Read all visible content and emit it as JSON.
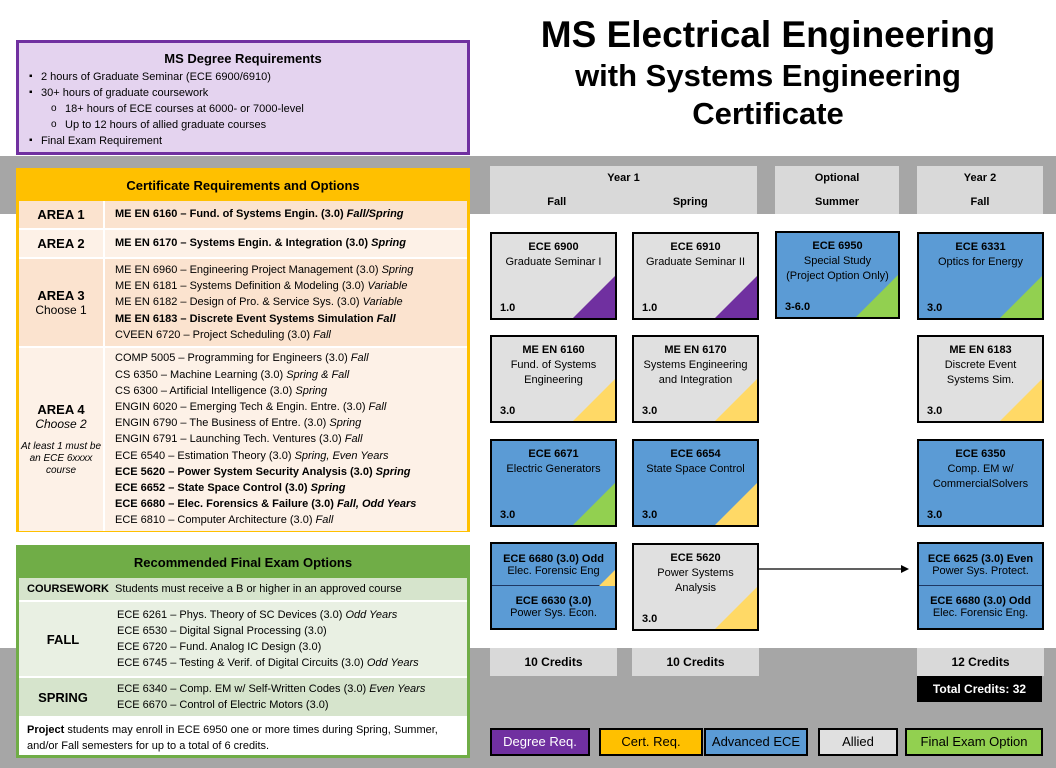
{
  "title": {
    "line1": "MS Electrical Engineering",
    "line2": "with Systems Engineering",
    "line3": "Certificate"
  },
  "degree": {
    "heading": "MS Degree Requirements",
    "items": [
      "2 hours of Graduate Seminar (ECE 6900/6910)",
      "30+ hours of graduate coursework",
      "18+ hours of ECE courses at 6000- or 7000-level",
      "Up to 12 hours of allied graduate courses",
      "Final Exam Requirement"
    ]
  },
  "cert": {
    "heading": "Certificate Requirements and Options",
    "area1": {
      "name": "AREA 1",
      "c1_b": "ME EN 6160 – Fund. of Systems Engin. (3.0) ",
      "c1_i": "Fall/Spring"
    },
    "area2": {
      "name": "AREA 2",
      "c1_b": "ME EN 6170 – Systems Engin. & Integration (3.0) ",
      "c1_i": "Spring"
    },
    "area3": {
      "name": "AREA 3",
      "choose": "Choose  1",
      "courses": [
        {
          "t": "ME EN 6960 – Engineering Project Management (3.0) ",
          "s": "Spring"
        },
        {
          "t": "ME EN 6181 – Systems Definition & Modeling (3.0) ",
          "s": "Variable"
        },
        {
          "t": "ME EN 6182 – Design of Pro. & Service Sys. (3.0) ",
          "s": "Variable"
        },
        {
          "t": "ME EN 6183 – Discrete Event Systems Simulation  ",
          "s": "Fall"
        },
        {
          "t": "CVEEN  6720 – Project Scheduling (3.0) ",
          "s": "Fall"
        }
      ]
    },
    "area4": {
      "name": "AREA 4",
      "choose": "Choose  2",
      "note": "At least 1 must be an ECE 6xxxx course",
      "courses": [
        {
          "t": "COMP 5005 – Programming for Engineers (3.0) ",
          "s": "Fall"
        },
        {
          "t": "CS 6350 – Machine Learning (3.0) ",
          "s": "Spring & Fall"
        },
        {
          "t": "CS 6300 – Artificial Intelligence (3.0) ",
          "s": "Spring"
        },
        {
          "t": "ENGIN 6020 – Emerging Tech & Engin. Entre. (3.0) ",
          "s": "Fall"
        },
        {
          "t": "ENGIN 6790 – The  Business of Entre. (3.0) ",
          "s": "Spring"
        },
        {
          "t": "ENGIN 6791 – Launching Tech.  Ventures (3.0) ",
          "s": "Fall"
        },
        {
          "t": "ECE 6540 – Estimation Theory (3.0) ",
          "s": "Spring, Even Years"
        },
        {
          "t": "ECE 5620 – Power System Security Analysis  (3.0) ",
          "s": "Spring"
        },
        {
          "t": "ECE 6652 – State Space Control (3.0) ",
          "s": "Spring"
        },
        {
          "t": "ECE 6680 – Elec. Forensics & Failure (3.0) ",
          "s": "Fall, Odd Years"
        },
        {
          "t": "ECE 6810 – Computer  Architecture (3.0) ",
          "s": "Fall"
        }
      ]
    }
  },
  "exam": {
    "heading": "Recommended Final Exam Options",
    "coursework_label": "COURSEWORK",
    "coursework_text": "  Students must receive a B or higher in an approved course",
    "fall_label": "FALL",
    "fall_courses": [
      {
        "t": "ECE 6261 – Phys. Theory of SC Devices (3.0) ",
        "s": "Odd Years"
      },
      {
        "t": "ECE 6530 – Digital Signal Processing (3.0)",
        "s": ""
      },
      {
        "t": "ECE 6720 – Fund. Analog IC Design (3.0)",
        "s": ""
      },
      {
        "t": "ECE 6745 – Testing & Verif. of Digital Circuits (3.0) ",
        "s": "Odd Years"
      }
    ],
    "spring_label": "SPRING",
    "spring_courses": [
      {
        "t": "ECE 6340 – Comp. EM w/ Self-Written Codes (3.0) ",
        "s": "Even Years"
      },
      {
        "t": "ECE 6670 – Control of Electric Motors (3.0)",
        "s": ""
      }
    ],
    "foot_b": "Project",
    "foot_text": " students may enroll in ECE 6950 one or more times during Spring, Summer,  and/or Fall semesters for up to a total of 6 credits."
  },
  "columns": {
    "year1": "Year 1",
    "fall": "Fall",
    "spring": "Spring",
    "optional": "Optional",
    "summer": "Summer",
    "year2": "Year 2",
    "fall2": "Fall"
  },
  "tiles": {
    "t6900": {
      "code": "ECE 6900",
      "name": "Graduate Seminar I",
      "cr": "1.0"
    },
    "t6910": {
      "code": "ECE 6910",
      "name": "Graduate Seminar II",
      "cr": "1.0"
    },
    "t6950": {
      "code": "ECE 6950",
      "name": "Special Study",
      "name2": "(Project Option Only)",
      "cr": "3-6.0"
    },
    "t6331": {
      "code": "ECE 6331",
      "name": "Optics for Energy",
      "cr": "3.0"
    },
    "t6160": {
      "code": "ME EN 6160",
      "name": "Fund. of Systems Engineering",
      "cr": "3.0"
    },
    "t6170": {
      "code": "ME EN 6170",
      "name": "Systems Engineering and Integration",
      "cr": "3.0"
    },
    "t6183": {
      "code": "ME EN 6183",
      "name": "Discrete Event Systems Sim.",
      "cr": "3.0"
    },
    "t6671": {
      "code": "ECE 6671",
      "name": "Electric Generators",
      "cr": "3.0"
    },
    "t6654": {
      "code": "ECE 6654",
      "name": "State Space Control",
      "cr": "3.0"
    },
    "t6350": {
      "code": "ECE 6350",
      "name": "Comp. EM w/ CommercialSolvers",
      "cr": "3.0"
    },
    "t5620": {
      "code": "ECE 5620",
      "name": "Power Systems Analysis",
      "cr": "3.0"
    },
    "s1": {
      "top_code": "ECE 6680 (3.0) Odd",
      "top_name": "Elec. Forensic Eng",
      "bot_code": "ECE 6630 (3.0)",
      "bot_name": "Power Sys. Econ."
    },
    "s2": {
      "top_code": "ECE 6625 (3.0) Even",
      "top_name": "Power Sys. Protect.",
      "bot_code": "ECE 6680 (3.0) Odd",
      "bot_name": "Elec. Forensic Eng."
    }
  },
  "credits": {
    "fall1": "10 Credits",
    "spring1": "10 Credits",
    "fall2": "12 Credits",
    "total": "Total Credits: 32"
  },
  "legend": {
    "degree": "Degree Req.",
    "cert": "Cert. Req.",
    "advanced": "Advanced ECE",
    "allied": "Allied",
    "final": "Final Exam Option"
  },
  "colors": {
    "degree": "#7030a0",
    "cert": "#ffc000",
    "advanced": "#5b9bd5",
    "allied": "#e0e0e0",
    "final": "#92d050"
  }
}
